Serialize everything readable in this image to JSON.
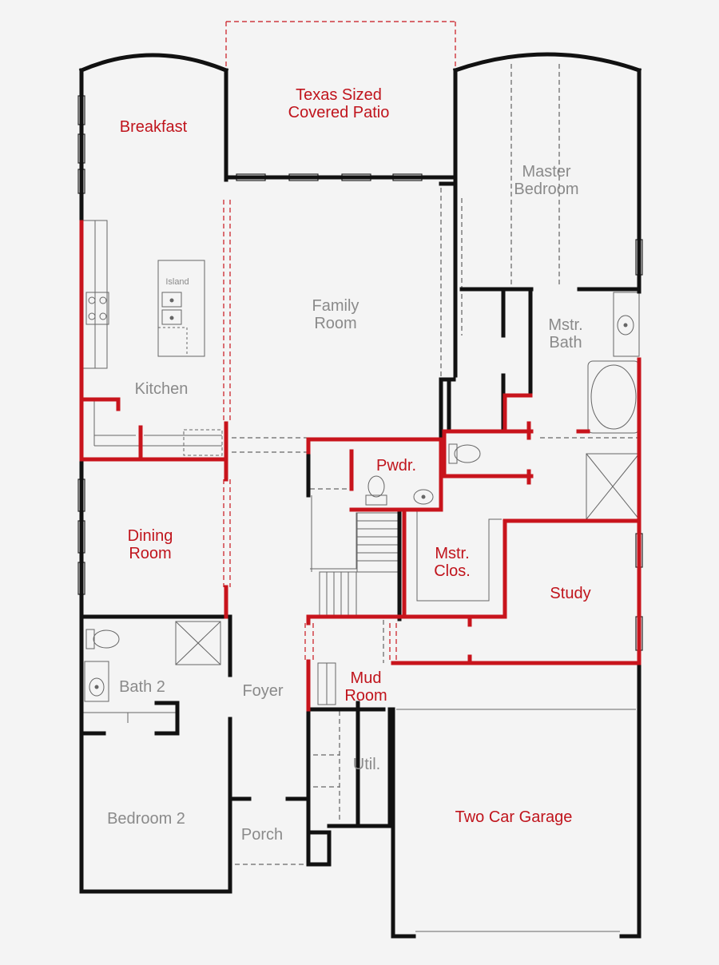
{
  "rooms": {
    "breakfast": "Breakfast",
    "patio": "Texas Sized\nCovered Patio",
    "master_bedroom": "Master\nBedroom",
    "island": "Island",
    "family_room": "Family\nRoom",
    "mstr_bath": "Mstr.\nBath",
    "kitchen": "Kitchen",
    "pwdr": "Pwdr.",
    "dining_room": "Dining\nRoom",
    "mstr_clos": "Mstr.\nClos.",
    "study": "Study",
    "bath2": "Bath 2",
    "foyer": "Foyer",
    "mud_room": "Mud\nRoom",
    "util": "Util.",
    "bedroom2": "Bedroom 2",
    "two_car_garage": "Two Car Garage",
    "porch": "Porch"
  },
  "colors": {
    "wall": "#111111",
    "highlight": "#c8141c",
    "option_label": "#c0141c",
    "base_label": "#8a8a8a",
    "fixture": "#666666",
    "background": "#f4f4f4"
  }
}
